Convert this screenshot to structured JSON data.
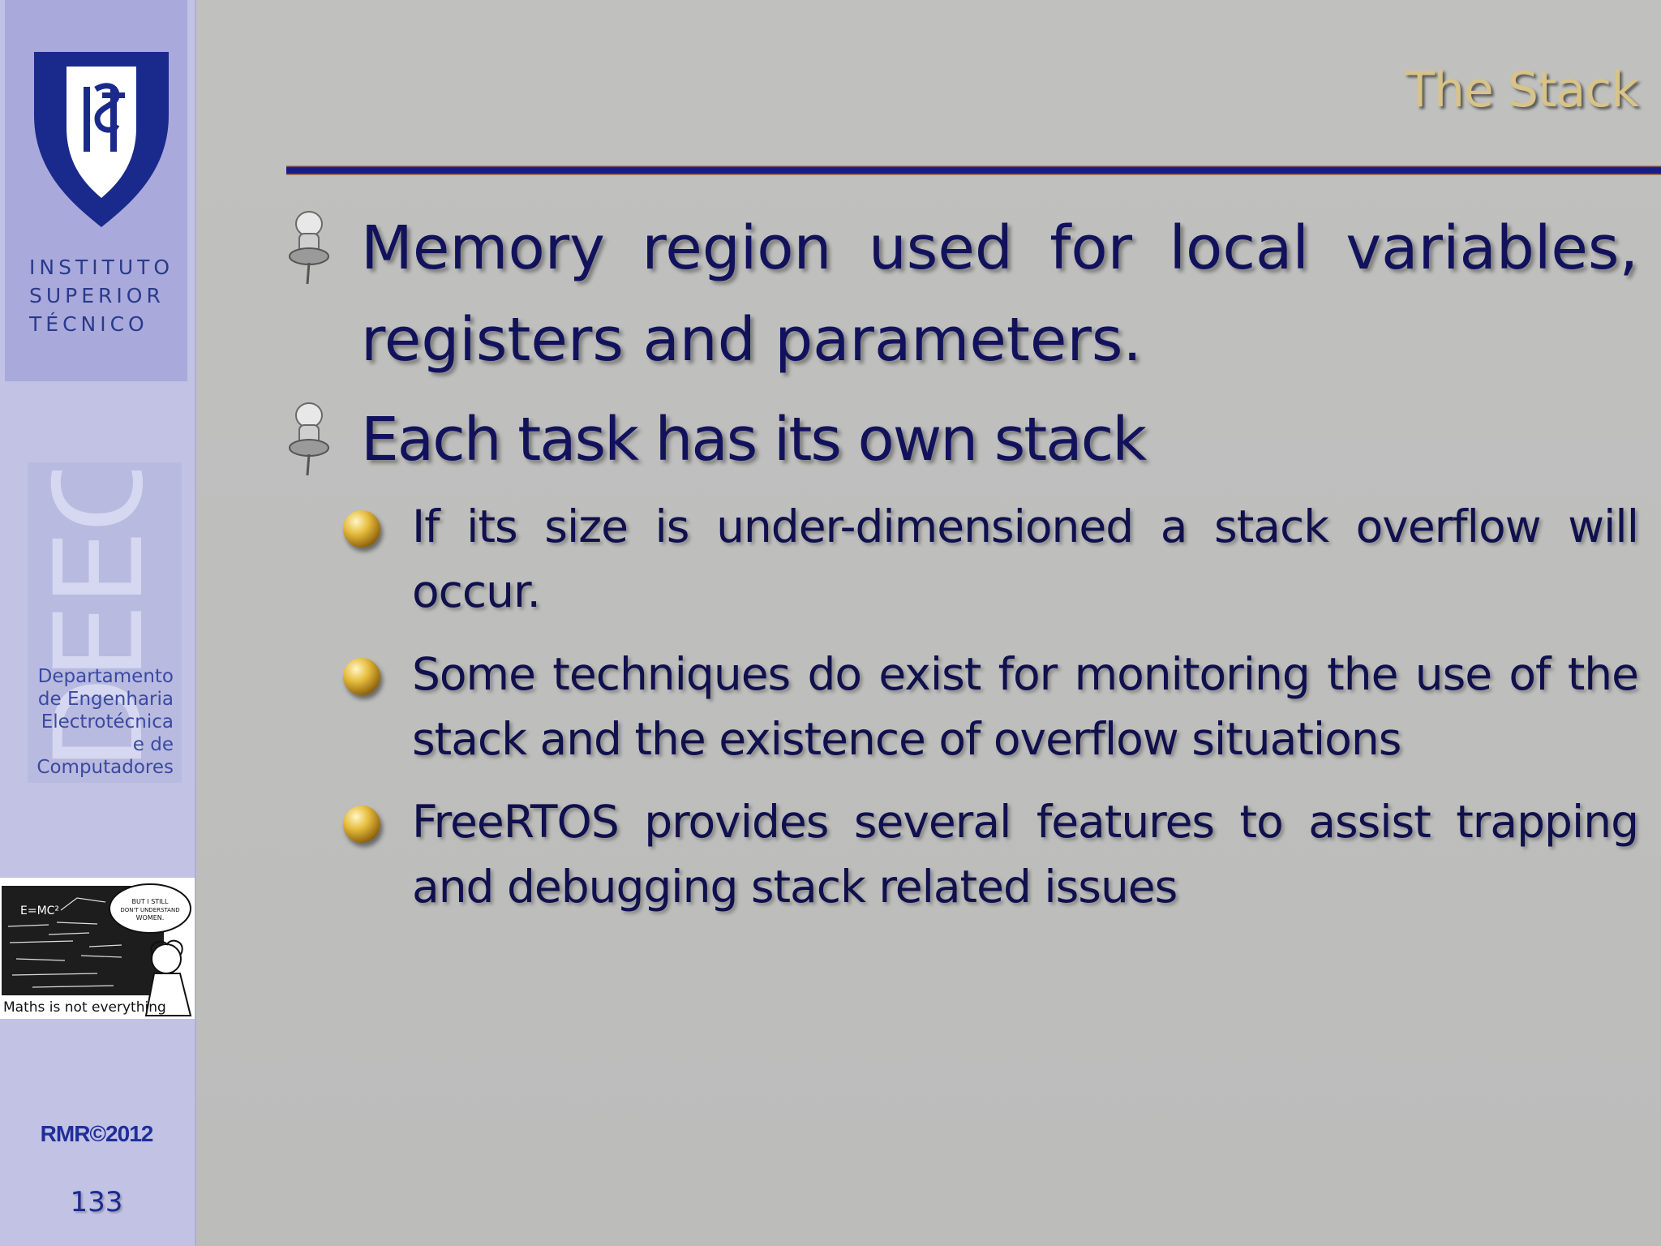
{
  "slide": {
    "title": "The Stack",
    "bullets": [
      {
        "text": "Memory region used for local variables, registers and parameters."
      },
      {
        "text": "Each task has its own stack",
        "sub": [
          "If its size is under-dimensioned a stack overflow will occur.",
          "Some techniques do exist for monitoring the use of the stack and the existence of overflow situations",
          "FreeRTOS provides several features to assist trapping and debugging stack related issues"
        ]
      }
    ]
  },
  "sidebar": {
    "institute_lines": [
      "INSTITUTO",
      "SUPERIOR",
      "TÉCNICO"
    ],
    "dept_mark": "DEEC",
    "dept_lines": [
      "Departamento",
      "de Engenharia",
      "Electrotécnica",
      "e de",
      "Computadores"
    ],
    "cartoon_caption": "Maths is not everything",
    "cartoon_bubble": "BUT I STILL DON'T UNDERSTAND WOMEN.",
    "cartoon_formula": "E=MC²",
    "copyright": "RMR©2012",
    "page_number": "133"
  },
  "colors": {
    "title": "#d8c489",
    "body_text": "#12125c",
    "sidebar": "#c2c2e4",
    "rule": "#1a1a8a",
    "accent": "#e39a3a"
  }
}
